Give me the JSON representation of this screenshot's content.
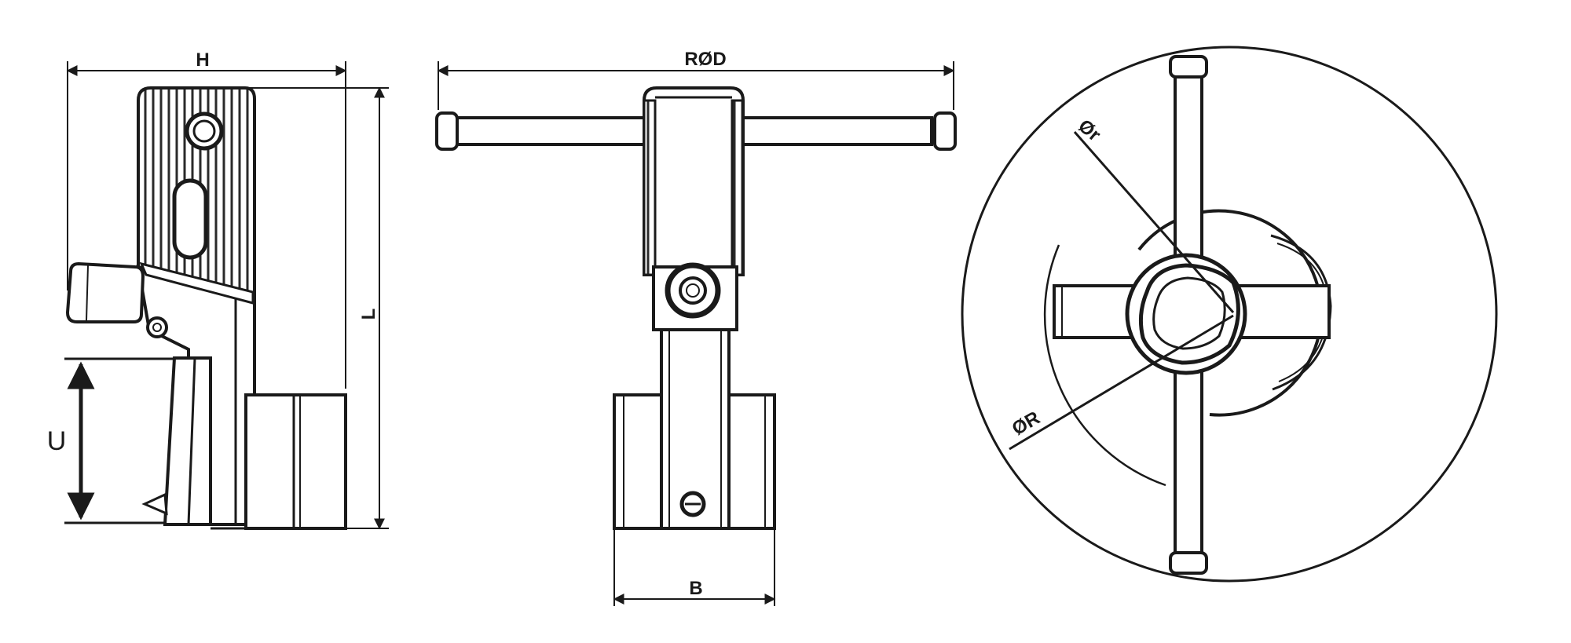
{
  "dimensions": {
    "h": "H",
    "l": "L",
    "u": "U",
    "rod": "RØD",
    "b": "B",
    "r_small": "Ør",
    "r_large": "ØR"
  },
  "views": {
    "side": "side-view",
    "front": "front-view",
    "top": "top-view"
  }
}
